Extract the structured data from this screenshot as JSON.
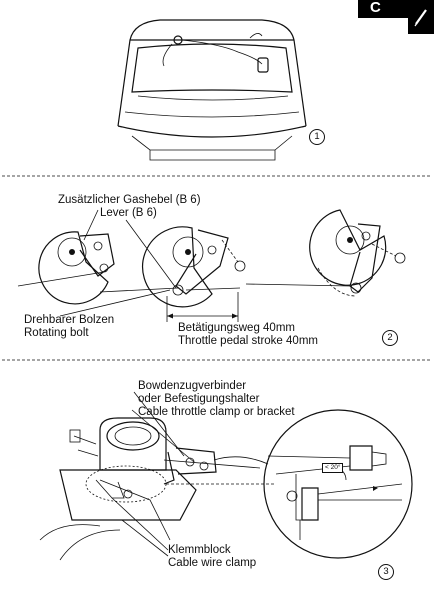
{
  "tab": {
    "letter": "C",
    "icon": "pen-icon"
  },
  "panels": [
    {
      "number": "1"
    },
    {
      "number": "2"
    },
    {
      "number": "3"
    }
  ],
  "labels": {
    "lever_de": "Zusätzlicher Gashebel (B 6)",
    "lever_en": "Lever (B 6)",
    "bolt_de": "Drehbarer Bolzen",
    "bolt_en": "Rotating bolt",
    "stroke_de": "Betätigungsweg 40mm",
    "stroke_en": "Throttle pedal stroke 40mm",
    "clamp_de1": "Bowdenzugverbinder",
    "clamp_de2": "oder  Befestigungshalter",
    "clamp_en": "Cable throttle clamp or bracket",
    "wire_de": "Klemmblock",
    "wire_en": "Cable wire clamp",
    "angle": "< 20°"
  }
}
